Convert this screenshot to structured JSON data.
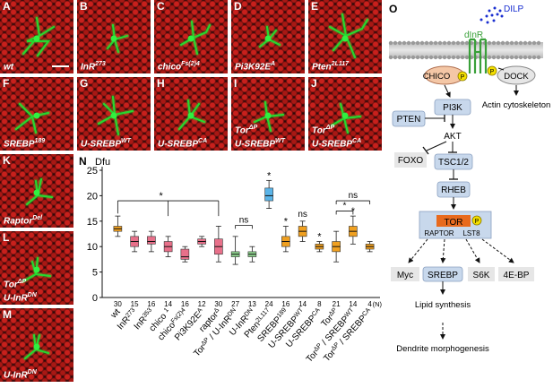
{
  "panels": [
    {
      "letter": "A",
      "geno_main": "wt",
      "geno_sup": ""
    },
    {
      "letter": "B",
      "geno_main": "InR",
      "geno_sup": "273"
    },
    {
      "letter": "C",
      "geno_main": "chico",
      "geno_sup": "Fs(2)4"
    },
    {
      "letter": "D",
      "geno_main": "Pi3K92E",
      "geno_sup": "A"
    },
    {
      "letter": "E",
      "geno_main": "Pten",
      "geno_sup": "2L117"
    },
    {
      "letter": "F",
      "geno_main": "SREBP",
      "geno_sup": "189"
    },
    {
      "letter": "G",
      "geno_main": "U-SREBP",
      "geno_sup": "WT"
    },
    {
      "letter": "H",
      "geno_main": "U-SREBP",
      "geno_sup": "CA"
    },
    {
      "letter": "I",
      "geno_line1_main": "Tor",
      "geno_line1_sup": "ΔP",
      "geno_main": "U-SREBP",
      "geno_sup": "WT"
    },
    {
      "letter": "J",
      "geno_line1_main": "Tor",
      "geno_line1_sup": "ΔP",
      "geno_main": "U-SREBP",
      "geno_sup": "CA"
    },
    {
      "letter": "K",
      "geno_main": "Raptor",
      "geno_sup": "Del"
    },
    {
      "letter": "L",
      "geno_line1_main": "Tor",
      "geno_line1_sup": "ΔP",
      "geno_main": "U-InR",
      "geno_sup": "DN"
    },
    {
      "letter": "M",
      "geno_main": "U-InR",
      "geno_sup": "DN"
    }
  ],
  "chart_label": "N",
  "chart_data": {
    "type": "box",
    "title": "Dfu",
    "ylim": [
      0,
      25
    ],
    "yticks": [
      0,
      5,
      10,
      15,
      20,
      25
    ],
    "categories": [
      "wt",
      "InR273",
      "InR353",
      "chico 1",
      "chicoFs(2)4",
      "Pi3K92EA",
      "raptorΔ",
      "TorΔP / U-InRDN",
      "U-InRDN",
      "Pten2L117",
      "SREBP189",
      "U-SREBPWT",
      "U-SREBPCA",
      "TorΔP",
      "TorΔP / SREBPWT",
      "TorΔP / SREBPCA"
    ],
    "xlabel_parts": [
      {
        "main": "wt",
        "sup": ""
      },
      {
        "main": "InR",
        "sup": "273"
      },
      {
        "main": "InR",
        "sup": "353"
      },
      {
        "main": "chico ",
        "sup": "1"
      },
      {
        "main": "chico",
        "sup": "Fs(2)4"
      },
      {
        "main": "Pi3K92E",
        "sup": "A"
      },
      {
        "main": "raptor",
        "sup": "Δ"
      },
      {
        "main": "Tor",
        "sup": "ΔP",
        "main2": " / U-InR",
        "sup2": "DN"
      },
      {
        "main": "U-InR",
        "sup": "DN"
      },
      {
        "main": "Pten",
        "sup": "2L117"
      },
      {
        "main": "SREBP",
        "sup": "189"
      },
      {
        "main": "U-SREBP",
        "sup": "WT"
      },
      {
        "main": "U-SREBP",
        "sup": "CA"
      },
      {
        "main": "Tor",
        "sup": "ΔP"
      },
      {
        "main": "Tor",
        "sup": "ΔP",
        "main2": " / SREBP",
        "sup2": "WT"
      },
      {
        "main": "Tor",
        "sup": "ΔP",
        "main2": " / SREBP",
        "sup2": "CA"
      }
    ],
    "n": [
      "30",
      "15",
      "16",
      "14",
      "16",
      "12",
      "30",
      "27",
      "13",
      "24",
      "16",
      "14",
      "8",
      "21",
      "14",
      "4"
    ],
    "n_label": "(N)",
    "boxes": [
      {
        "min": 12.0,
        "q1": 13.0,
        "median": 13.5,
        "q3": 14.0,
        "max": 16.0
      },
      {
        "min": 9.0,
        "q1": 10.0,
        "median": 11.0,
        "q3": 12.0,
        "max": 13.0
      },
      {
        "min": 9.0,
        "q1": 10.5,
        "median": 11.0,
        "q3": 12.0,
        "max": 13.0
      },
      {
        "min": 8.0,
        "q1": 9.0,
        "median": 10.0,
        "q3": 11.0,
        "max": 12.0
      },
      {
        "min": 7.0,
        "q1": 7.5,
        "median": 8.0,
        "q3": 9.5,
        "max": 10.0
      },
      {
        "min": 10.0,
        "q1": 10.5,
        "median": 11.0,
        "q3": 11.5,
        "max": 12.0
      },
      {
        "min": 7.0,
        "q1": 8.5,
        "median": 10.0,
        "q3": 11.5,
        "max": 14.0
      },
      {
        "min": 6.5,
        "q1": 8.0,
        "median": 8.5,
        "q3": 9.0,
        "max": 12.0
      },
      {
        "min": 7.0,
        "q1": 8.0,
        "median": 8.5,
        "q3": 9.0,
        "max": 10.0
      },
      {
        "min": 17.5,
        "q1": 19.0,
        "median": 20.0,
        "q3": 21.5,
        "max": 23.0
      },
      {
        "min": 9.0,
        "q1": 10.0,
        "median": 11.0,
        "q3": 12.0,
        "max": 14.0
      },
      {
        "min": 11.0,
        "q1": 12.0,
        "median": 13.0,
        "q3": 14.0,
        "max": 15.0
      },
      {
        "min": 9.0,
        "q1": 9.5,
        "median": 10.0,
        "q3": 10.5,
        "max": 11.0
      },
      {
        "min": 7.0,
        "q1": 9.0,
        "median": 10.0,
        "q3": 11.0,
        "max": 13.0
      },
      {
        "min": 10.5,
        "q1": 12.0,
        "median": 13.0,
        "q3": 14.0,
        "max": 16.0
      },
      {
        "min": 9.0,
        "q1": 9.5,
        "median": 10.0,
        "q3": 10.5,
        "max": 11.0
      }
    ],
    "box_colors": [
      "#f0a020",
      "#e8708a",
      "#e8708a",
      "#e8708a",
      "#e8708a",
      "#e8708a",
      "#e8708a",
      "#8fd48f",
      "#8fd48f",
      "#5ab4e8",
      "#f0a020",
      "#f0a020",
      "#f0a020",
      "#f0a020",
      "#f0a020",
      "#f0a020"
    ],
    "star_columns": [
      9,
      10,
      12,
      14
    ],
    "star": "*",
    "ns_label": "ns",
    "bracket_star": "*"
  },
  "diagram": {
    "label": "O",
    "dilp": "DILP",
    "dinr": "dInR",
    "p": "P",
    "nodes": {
      "chico": "CHICO",
      "dock": "DOCK",
      "actin": "Actin cytoskeleton",
      "pi3k": "PI3K",
      "pten": "PTEN",
      "akt": "AKT",
      "foxo": "FOXO",
      "tsc": "TSC1/2",
      "rheb": "RHEB",
      "tor": "TOR",
      "raptor": "RAPTOR",
      "lst8": "LST8",
      "myc": "Myc",
      "srebp": "SREBP",
      "s6k": "S6K",
      "e4bp": "4E-BP",
      "lipid": "Lipid synthesis",
      "dendrite": "Dendrite morphogenesis"
    }
  }
}
